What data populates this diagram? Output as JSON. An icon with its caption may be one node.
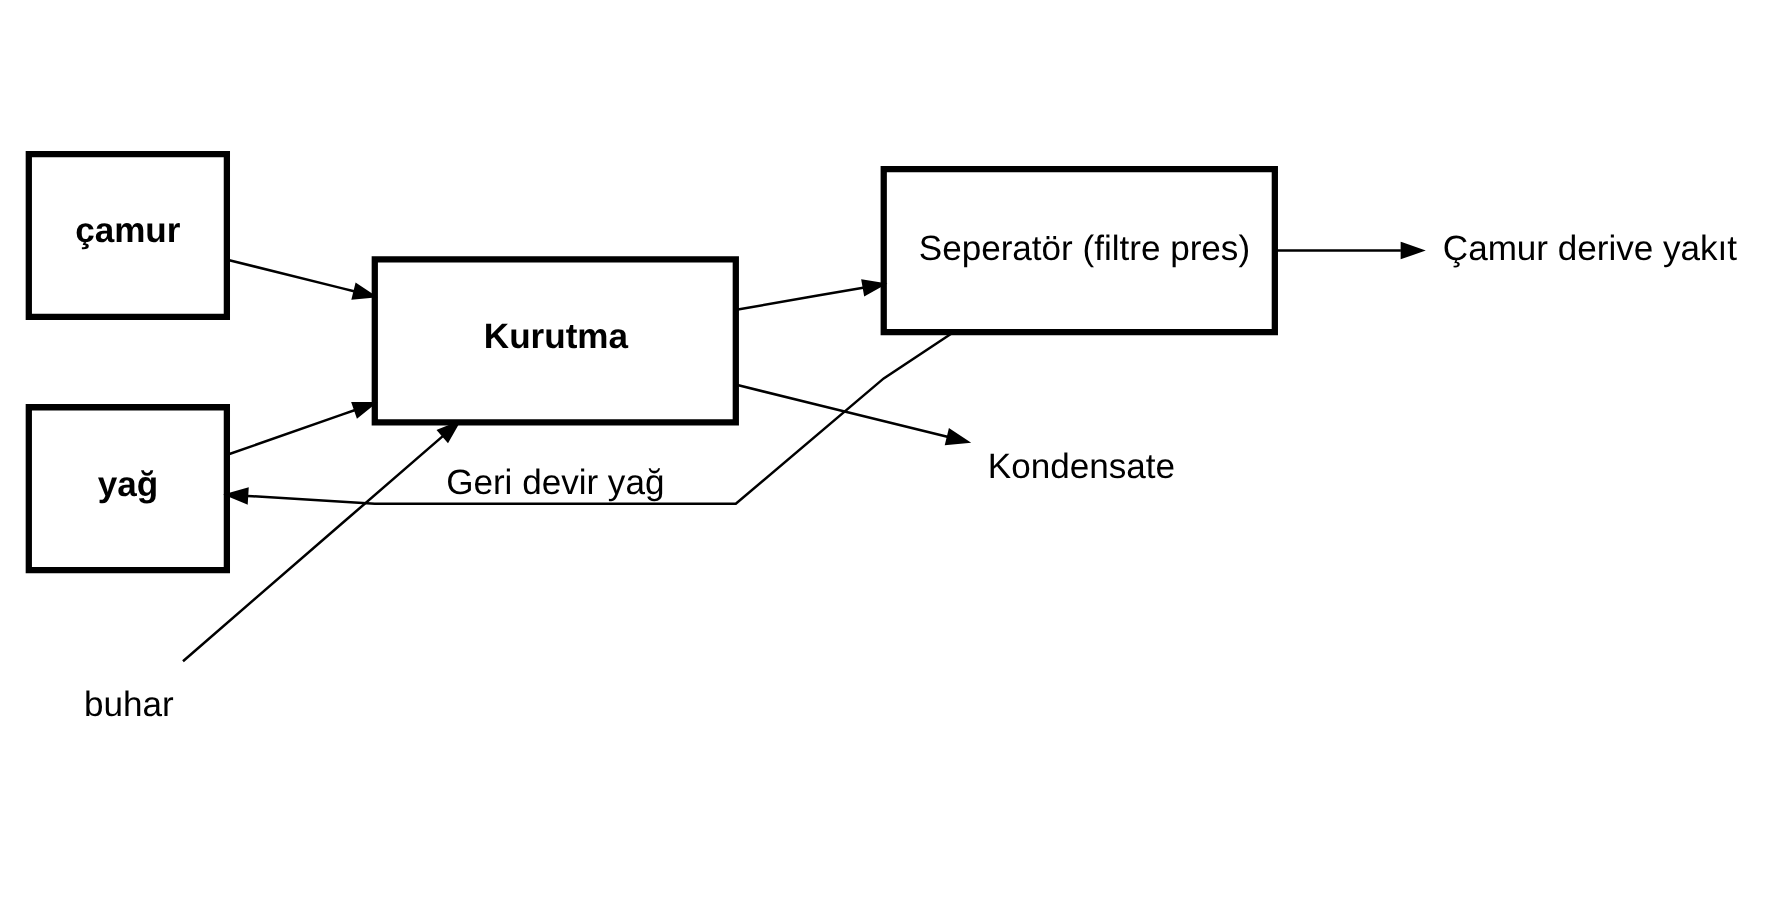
{
  "diagram": {
    "nodes": [
      {
        "text": [
          "çamur"
        ]
      },
      {
        "text": [
          "yağ"
        ]
      },
      {
        "text": [
          "Kurutma"
        ]
      },
      {
        "text": [
          "Seperatör (filtre pres)"
        ]
      },
      {
        "text": [
          "buhar"
        ]
      },
      {
        "text": [
          "Kondensate"
        ]
      },
      {
        "text": [
          "Çamur derive yakıt"
        ]
      }
    ],
    "edges": [
      {
        "from": 0,
        "to": 2,
        "arrow": "to"
      },
      {
        "from": 1,
        "to": 2,
        "arrow": "to"
      },
      {
        "from": 4,
        "to": 2,
        "arrow": "to"
      },
      {
        "from": 2,
        "to": 3,
        "arrow": "to"
      },
      {
        "from": 3,
        "to": 6,
        "arrow": "to"
      },
      {
        "from": 2,
        "to": 5,
        "arrow": "to"
      },
      {
        "from": 3,
        "to": 1,
        "arrow": "to",
        "label": "Geri devir yağ"
      }
    ]
  }
}
